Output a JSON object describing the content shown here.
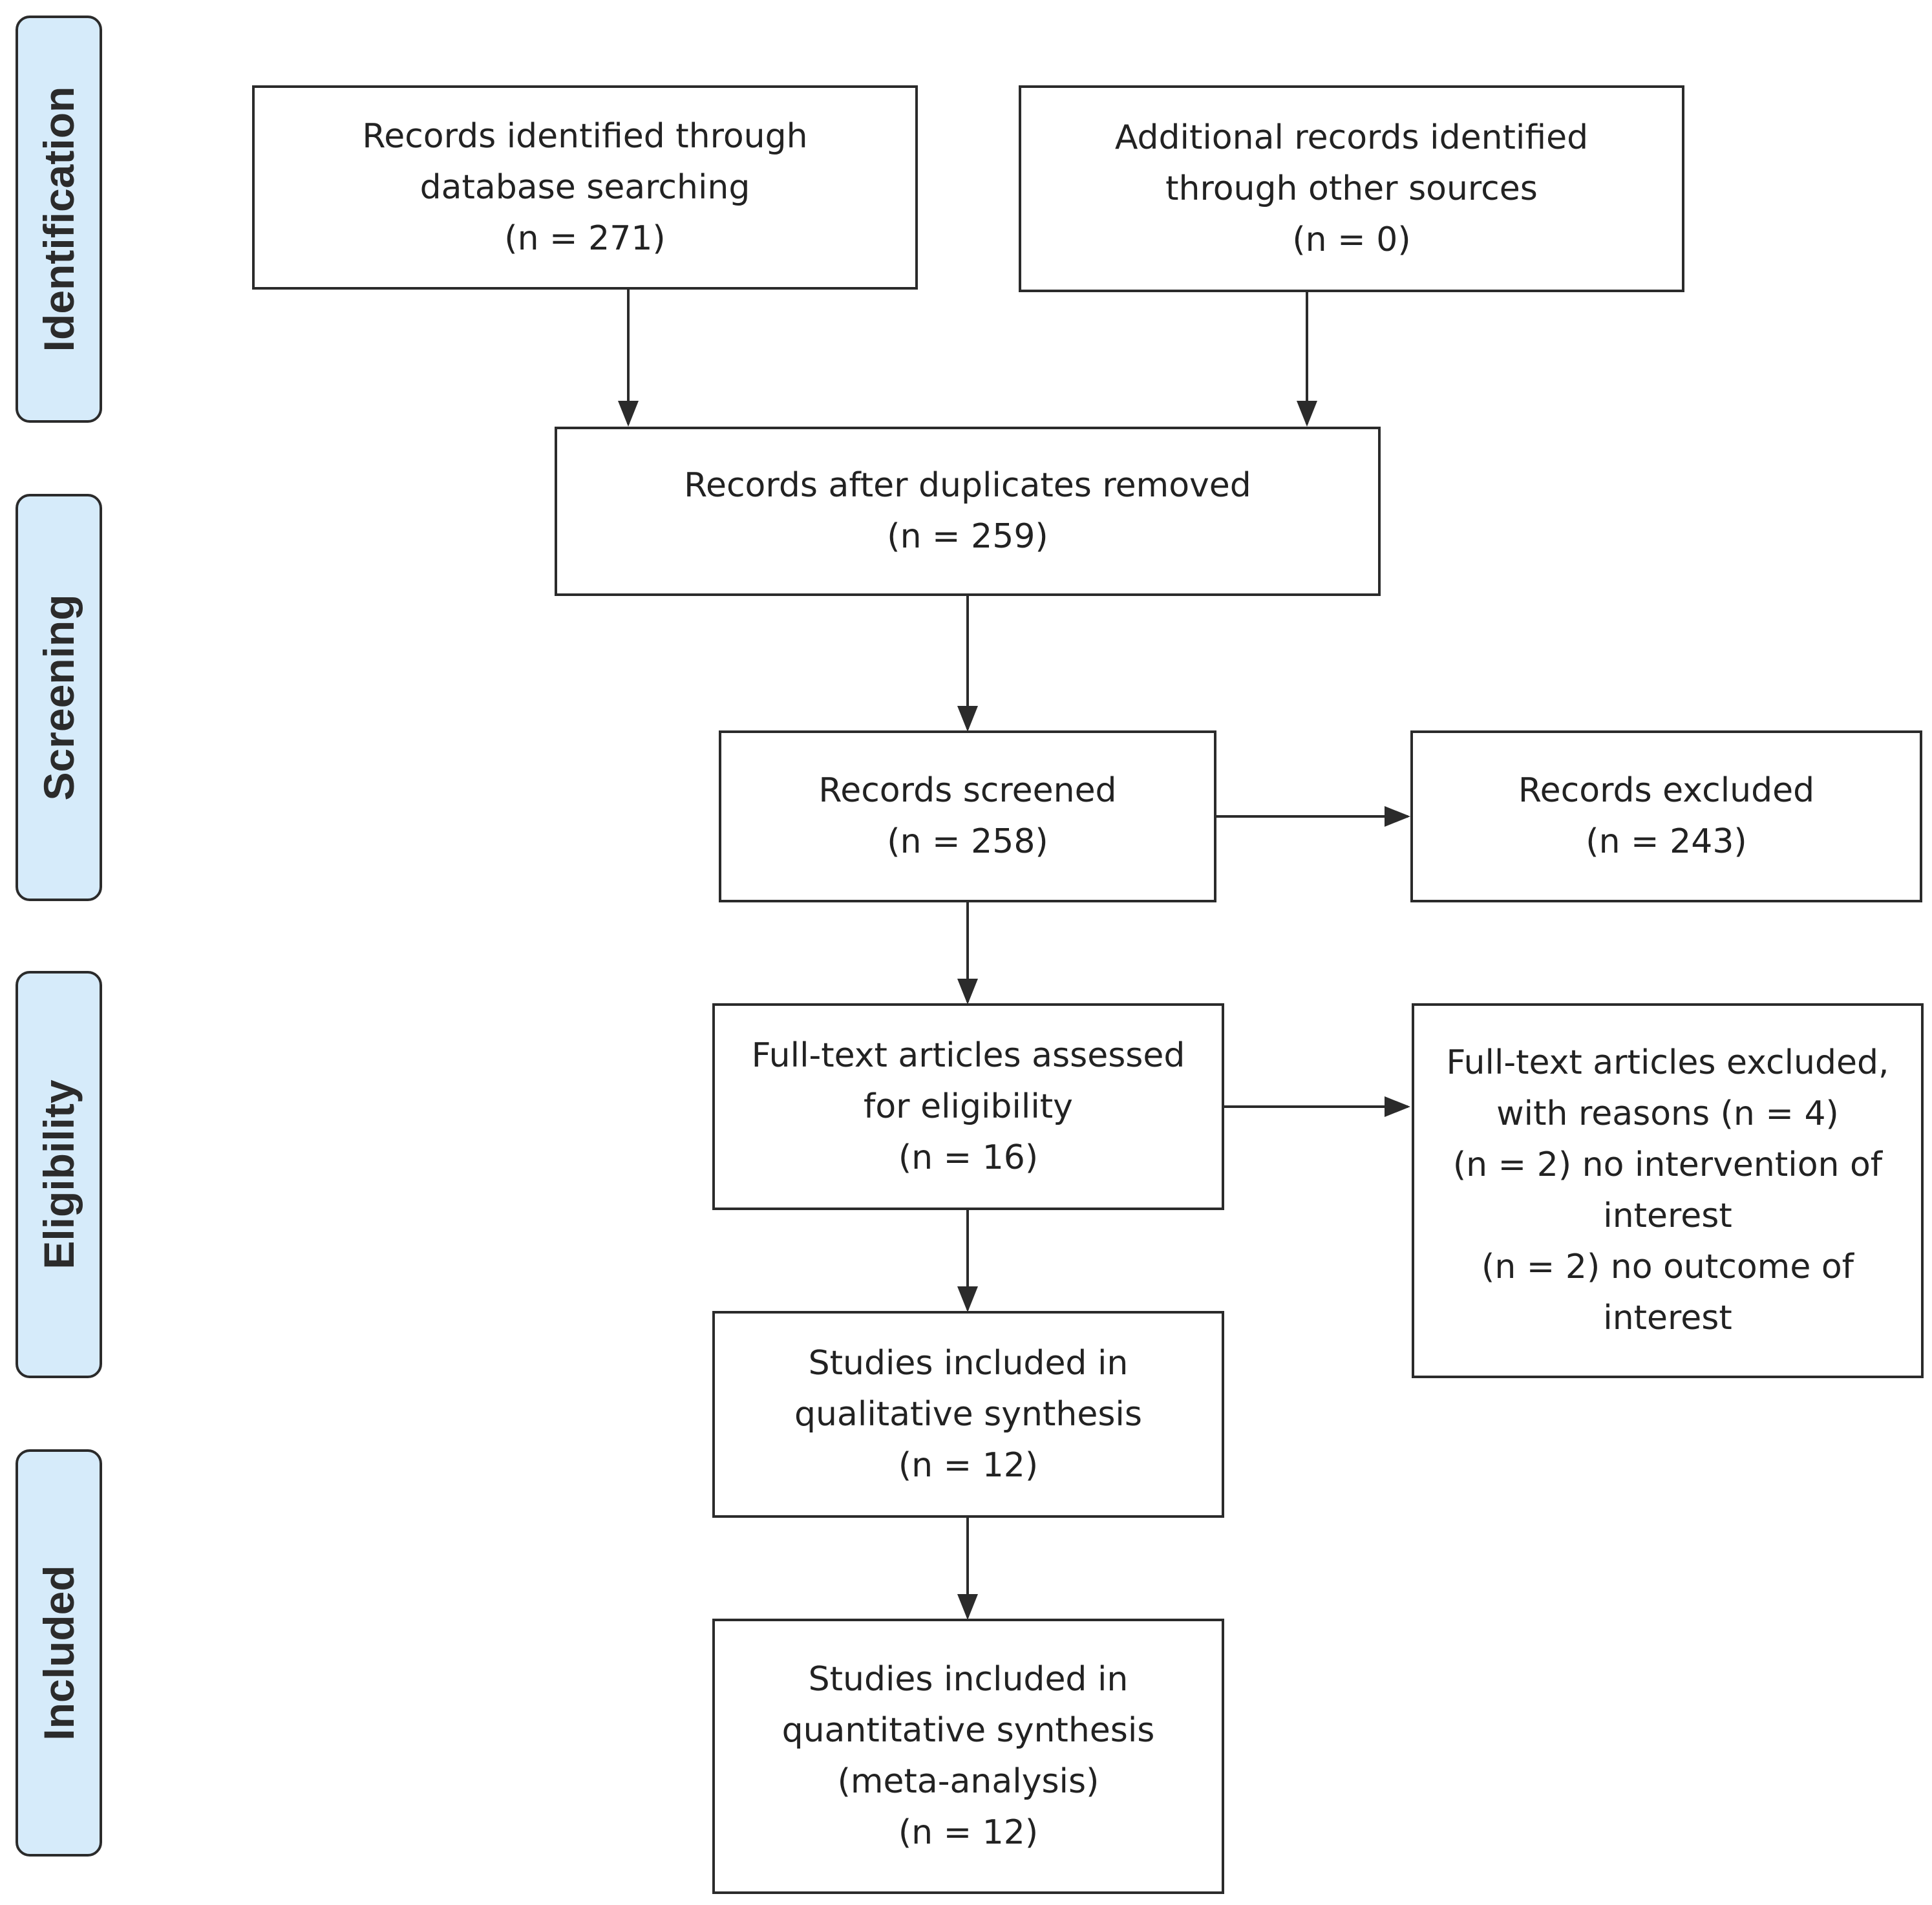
{
  "stages": {
    "identification": "Identification",
    "screening": "Screening",
    "eligibility": "Eligibility",
    "included": "Included"
  },
  "boxes": {
    "database_search": {
      "line1": "Records identified through",
      "line2": "database searching",
      "line3": "(n = 271)"
    },
    "other_sources": {
      "line1": "Additional records identified",
      "line2": "through other sources",
      "line3": "(n = 0)"
    },
    "duplicates_removed": {
      "line1": "Records after duplicates removed",
      "line2": "(n = 259)"
    },
    "screened": {
      "line1": "Records screened",
      "line2": "(n = 258)"
    },
    "excluded": {
      "line1": "Records excluded",
      "line2": "(n = 243)"
    },
    "full_text_assessed": {
      "line1": "Full-text articles assessed",
      "line2": "for eligibility",
      "line3": "(n = 16)"
    },
    "full_text_excluded": {
      "line1": "Full-text articles excluded,",
      "line2": "with reasons (n = 4)",
      "line3": "(n = 2) no intervention of",
      "line4": "interest",
      "line5": "(n = 2) no outcome of",
      "line6": "interest"
    },
    "qualitative": {
      "line1": "Studies included in",
      "line2": "qualitative synthesis",
      "line3": "(n = 12)"
    },
    "quantitative": {
      "line1": "Studies included in",
      "line2": "quantitative synthesis",
      "line3": "(meta-analysis)",
      "line4": "(n = 12)"
    }
  },
  "colors": {
    "stage_fill": "#d6ebfa",
    "stroke": "#2b2b2b",
    "text": "#222222"
  }
}
